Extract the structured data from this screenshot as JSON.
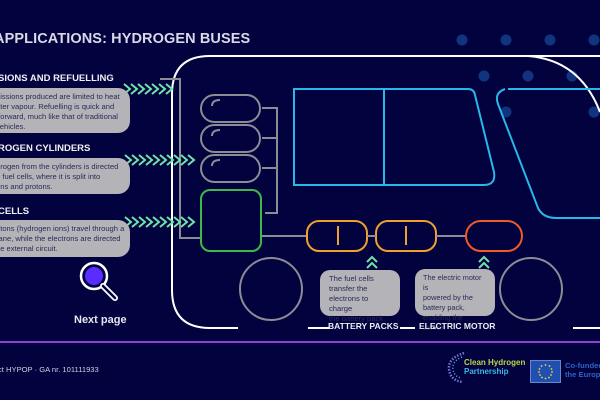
{
  "page": {
    "title": "APPLICATIONS: HYDROGEN BUSES"
  },
  "sections": [
    {
      "heading": "SIONS AND REFUELLING",
      "lines": [
        "nissions produced are limited to heat",
        "ater vapour. Refuelling is quick and",
        "tforward, much like that of traditional",
        "vehicles."
      ]
    },
    {
      "heading": "ROGEN CYLINDERS",
      "lines": [
        "drogen from the cylinders is directed",
        "e fuel cells, where it is split into",
        "ons and protons."
      ]
    },
    {
      "heading": "CELLS",
      "lines": [
        "otons (hydrogen ions) travel through a",
        "rane, while the electrons are directed",
        "he external circuit."
      ]
    }
  ],
  "bottom_cards": [
    {
      "label": "BATTERY PACKS",
      "lines": [
        "The fuel cells",
        "transfer the",
        "electrons to charge",
        "the battery pack."
      ]
    },
    {
      "label": "ELECTRIC MOTOR",
      "lines": [
        "The electric motor is",
        "powered by the",
        "battery pack,",
        "enabling the vehicle"
      ]
    }
  ],
  "navigation": {
    "next_page_label": "Next page",
    "icon": "magnifier-icon"
  },
  "footer": {
    "project_text": "ct HYPOP · GA nr. 101111933",
    "partner_line1": "Clean Hydrogen",
    "partner_line2": "Partnership",
    "eu_line1": "Co-funded",
    "eu_line2": "the Europe"
  },
  "colors": {
    "background": "#02023f",
    "bus_outline": "#ffffff",
    "windows": "#29b6e8",
    "tanks": "#8c8c94",
    "fuel_cell": "#3cb94a",
    "battery": "#f0a030",
    "motor": "#ef5a28",
    "chevrons": "#6fe3a8",
    "divider": "#8f3fd6"
  }
}
